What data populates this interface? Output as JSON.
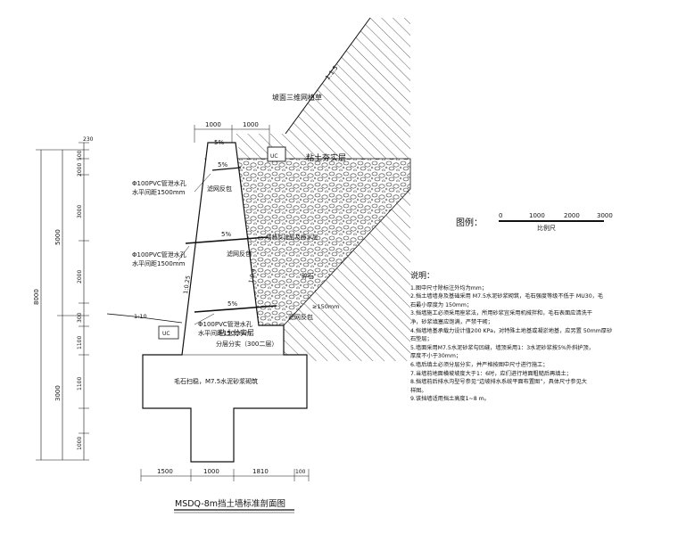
{
  "title": "MSDQ-8m挡土墙标准剖面图",
  "labels": {
    "slope_planting": "坡面三维网植草",
    "clay_layer": "粘土夯实层",
    "pipe1": "Φ100PVC管泄水孔",
    "pipe1_spacing": "水平间距1500mm",
    "pipe2": "Φ100PVC管泄水孔",
    "pipe2_spacing": "水平间距1500mm",
    "pipe3": "Φ100PVC管泄水孔",
    "pipe3_spacing": "水平间距1500mm",
    "filter1": "滤网反包",
    "filter2": "滤网反包",
    "filter3": "滤网反包",
    "gravel": "碎石",
    "mid_note": "墙背反滤层及排水层",
    "backfill": "粘土分实层",
    "backfill_sub": "分层分实（300二层）",
    "foundation_note": "毛石扫稳，M7.5水泥砂浆砌筑",
    "slope_top": "1:1.5",
    "slope_face": "1:0.25",
    "slope_back": "1:0.4",
    "pct1": "5%",
    "pct2": "5%",
    "pct3": "5%",
    "pct4": "5%",
    "ground_slope": "1:10",
    "uc": "UC",
    "ext_note": "≥150mm"
  },
  "dims_top": [
    "1000",
    "1000"
  ],
  "dims_bottom": [
    "1500",
    "1000",
    "1810",
    "100"
  ],
  "dims_left_outer": [
    "8000"
  ],
  "dims_left_mid": [
    "5000",
    "3000"
  ],
  "dims_left_inner": [
    "230",
    "500",
    "2000",
    "3000",
    "2000",
    "300",
    "1100",
    "1100",
    "1000"
  ],
  "legend": {
    "title": "图例：",
    "ticks": [
      "0",
      "1000",
      "2000",
      "3000"
    ],
    "unit": "比例尺"
  },
  "notes": {
    "title": "说明：",
    "lines": [
      "1.图中尺寸除标注外均为mm；",
      "2.挡土墙墙身及基础采用 M7.5水泥砂浆砌筑，毛石强度等级不低于 MU30，毛",
      "  石最小厚度为 150mm；",
      "3.挡墙施工必须采用座浆法，所用砂浆宜采用机械拌和，毛石表面应清洗干",
      "  净，砂浆填塞应饱满，严禁干砌；",
      "4.挡墙地基承载力设计值200 KPa，对特殊土地基或凝淤地基，应另置 50mm厚砂",
      "  石垫层；",
      "5.墙面采用M7.5水泥砂浆勾凹缝，墙顶采用1：3水泥砂浆按5%外斜护顶，",
      "  厚度不小于30mm；",
      "6.墙后填土必须分层分实，并严格按图中尺寸进行施工；",
      "7.当墙前地面横坡坡度大于1：6时，应们进行地面粗糙后再填土；",
      "8.挡墙前后排水沟型号参见“边坡排水系统平面布置图”，具体尺寸参见大",
      "  样图。",
      "9.该挡墙适用挡土高度1~8 m。"
    ]
  }
}
